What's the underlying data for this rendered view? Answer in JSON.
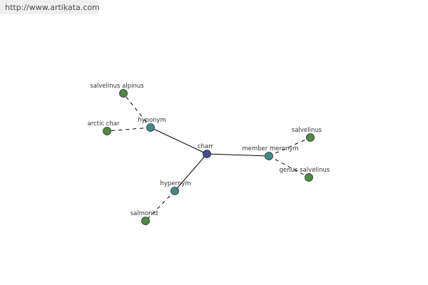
{
  "header": {
    "url": "http://www.artikata.com"
  },
  "colors": {
    "root": "#3f4f96",
    "relation": "#3f8c8c",
    "leaf": "#4f8a3f"
  },
  "graph": {
    "nodes": [
      {
        "id": "charr",
        "label": "charr",
        "kind": "root"
      },
      {
        "id": "hyponym",
        "label": "hyponym",
        "kind": "relation"
      },
      {
        "id": "hypernym",
        "label": "hypernym",
        "kind": "relation"
      },
      {
        "id": "member-meronym",
        "label": "member meronym",
        "kind": "relation"
      },
      {
        "id": "salvelinus-alpinus",
        "label": "salvelinus alpinus",
        "kind": "leaf"
      },
      {
        "id": "arctic-char",
        "label": "arctic char",
        "kind": "leaf"
      },
      {
        "id": "salmonid",
        "label": "salmonid",
        "kind": "leaf"
      },
      {
        "id": "salvelinus",
        "label": "salvelinus",
        "kind": "leaf"
      },
      {
        "id": "genus-salvelinus",
        "label": "genus salvelinus",
        "kind": "leaf"
      }
    ],
    "edges": [
      {
        "from": "charr",
        "to": "hyponym",
        "style": "solid"
      },
      {
        "from": "charr",
        "to": "hypernym",
        "style": "solid"
      },
      {
        "from": "charr",
        "to": "member-meronym",
        "style": "solid"
      },
      {
        "from": "hyponym",
        "to": "salvelinus-alpinus",
        "style": "dashed"
      },
      {
        "from": "hyponym",
        "to": "arctic-char",
        "style": "dashed"
      },
      {
        "from": "hypernym",
        "to": "salmonid",
        "style": "dashed"
      },
      {
        "from": "member-meronym",
        "to": "salvelinus",
        "style": "dashed"
      },
      {
        "from": "member-meronym",
        "to": "genus-salvelinus",
        "style": "dashed"
      }
    ]
  }
}
